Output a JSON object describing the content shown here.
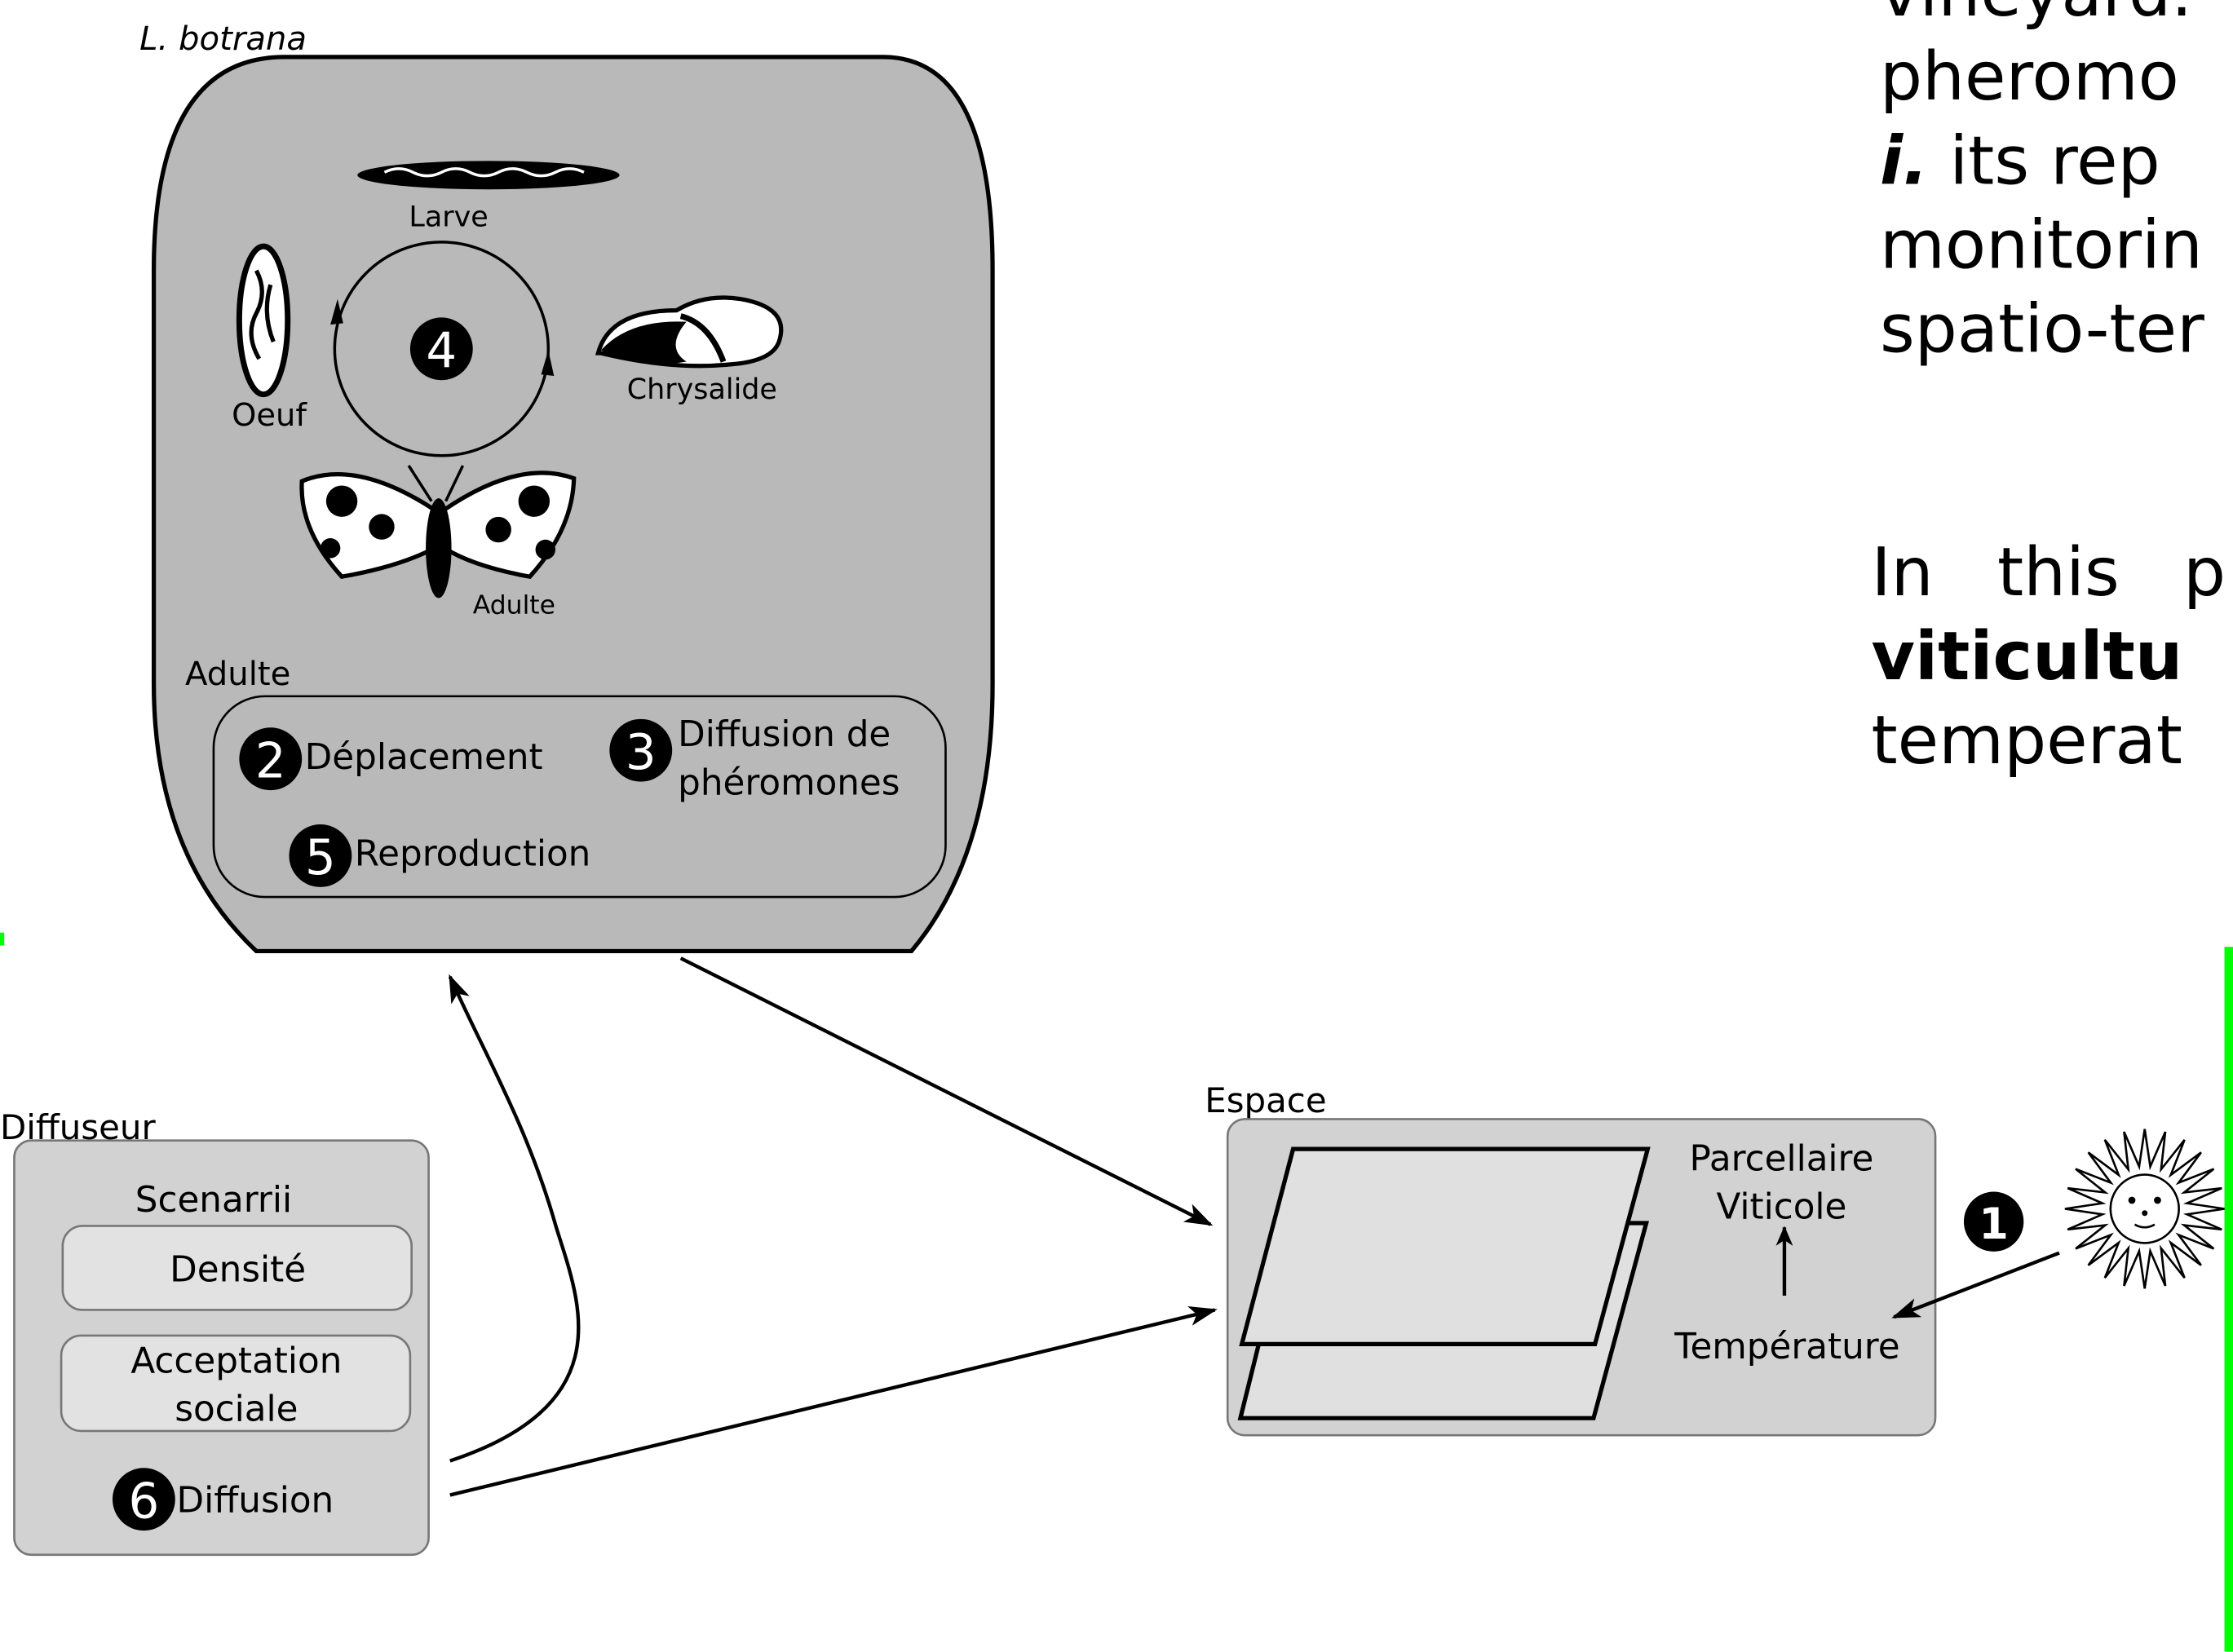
{
  "lifecycle": {
    "title": "L. botrana",
    "stages": {
      "larva": "Larve",
      "egg": "Oeuf",
      "pupa": "Chrysalide",
      "adult_stage": "Adulte"
    },
    "cycle_number": "4",
    "adult_group": {
      "title": "Adulte",
      "items": [
        {
          "number": "2",
          "label": "Déplacement"
        },
        {
          "number": "3",
          "label_line1": "Diffusion de",
          "label_line2": "phéromones"
        },
        {
          "number": "5",
          "label": "Reproduction"
        }
      ]
    }
  },
  "diffuser": {
    "title": "Diffuseur",
    "scenarios_title": "Scenarrii",
    "density": "Densité",
    "acceptance_line1": "Acceptation",
    "acceptance_line2": "sociale",
    "diffusion": {
      "number": "6",
      "label": "Diffusion"
    }
  },
  "space": {
    "title": "Espace",
    "parcel_line1": "Parcellaire",
    "parcel_line2": "Viticole",
    "temperature": "Température",
    "number": "1"
  },
  "side_text": {
    "line1": "vineyard.",
    "line2": "pheromo",
    "line3_prefix": "i.",
    "line3": " its rep",
    "line4": "monitorin",
    "line5": "spatio-ter",
    "para2_line1": "In   this   p",
    "para2_line2": "viticultu",
    "para2_line3": "temperat"
  },
  "colors": {
    "box_fill": "#b9b9b9",
    "inner_fill": "#e2e2e2",
    "space_fill": "#d2d2d2",
    "plane_fill": "#e0e0e0",
    "edge_green": "#00ff00"
  }
}
